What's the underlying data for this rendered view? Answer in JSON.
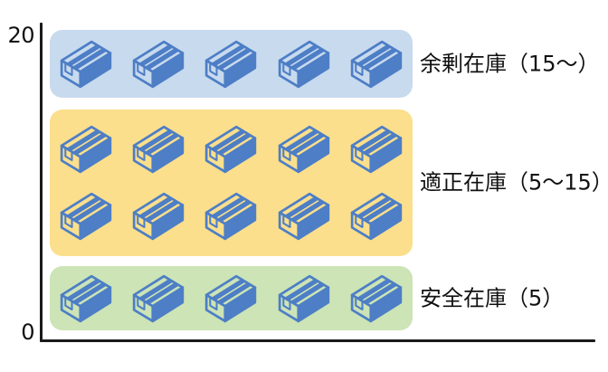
{
  "figure": {
    "title": "inventory-level-zones-diagram",
    "background": "#ffffff"
  },
  "axis": {
    "y_max_label": "20",
    "y_min_label": "0",
    "color": "#1a1a1a"
  },
  "zones": [
    {
      "id": "surplus",
      "label": "余剰在庫（15〜）",
      "band_color": "#c8daee",
      "rows": 1,
      "boxes_per_row": 5,
      "box_count": 5
    },
    {
      "id": "optimal",
      "label": "適正在庫（5〜15）",
      "band_color": "#fbdf8c",
      "rows": 2,
      "boxes_per_row": 5,
      "box_count": 10
    },
    {
      "id": "safety",
      "label": "安全在庫（5）",
      "band_color": "#cce4b6",
      "rows": 1,
      "boxes_per_row": 5,
      "box_count": 5
    }
  ],
  "colors": {
    "box_blue": "#4d7ec6"
  },
  "icons": {
    "box": "cardboard-box-icon"
  }
}
